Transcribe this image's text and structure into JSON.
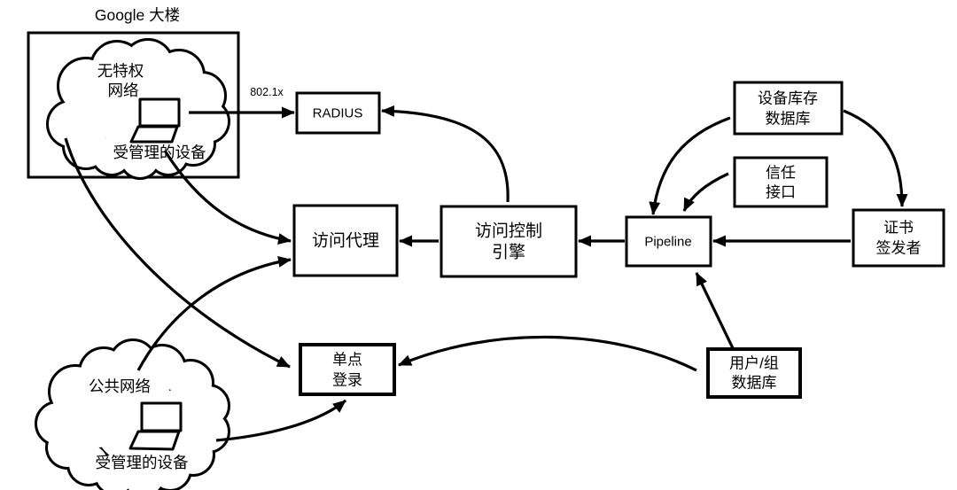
{
  "title": "Google 大楼",
  "connections": {
    "radius_link_label": "802.1x"
  },
  "clouds": {
    "internal": {
      "line1": "无特权",
      "line2": "网络",
      "device_label": "受管理的设备"
    },
    "public": {
      "name": "公共网络",
      "device_label": "受管理的设备"
    }
  },
  "nodes": {
    "radius": {
      "label": "RADIUS"
    },
    "access_proxy": {
      "label": "访问代理"
    },
    "access_control_engine": {
      "line1": "访问控制",
      "line2": "引擎"
    },
    "pipeline": {
      "label": "Pipeline"
    },
    "device_inventory_db": {
      "line1": "设备库存",
      "line2": "数据库"
    },
    "trust_interface": {
      "line1": "信任",
      "line2": "接口"
    },
    "certificate_issuer": {
      "line1": "证书",
      "line2": "签发者"
    },
    "single_sign_on": {
      "line1": "单点",
      "line2": "登录"
    },
    "user_group_db": {
      "line1": "用户/组",
      "line2": "数据库"
    }
  },
  "colors": {
    "ink": "#000000",
    "background": "#ffffff"
  }
}
